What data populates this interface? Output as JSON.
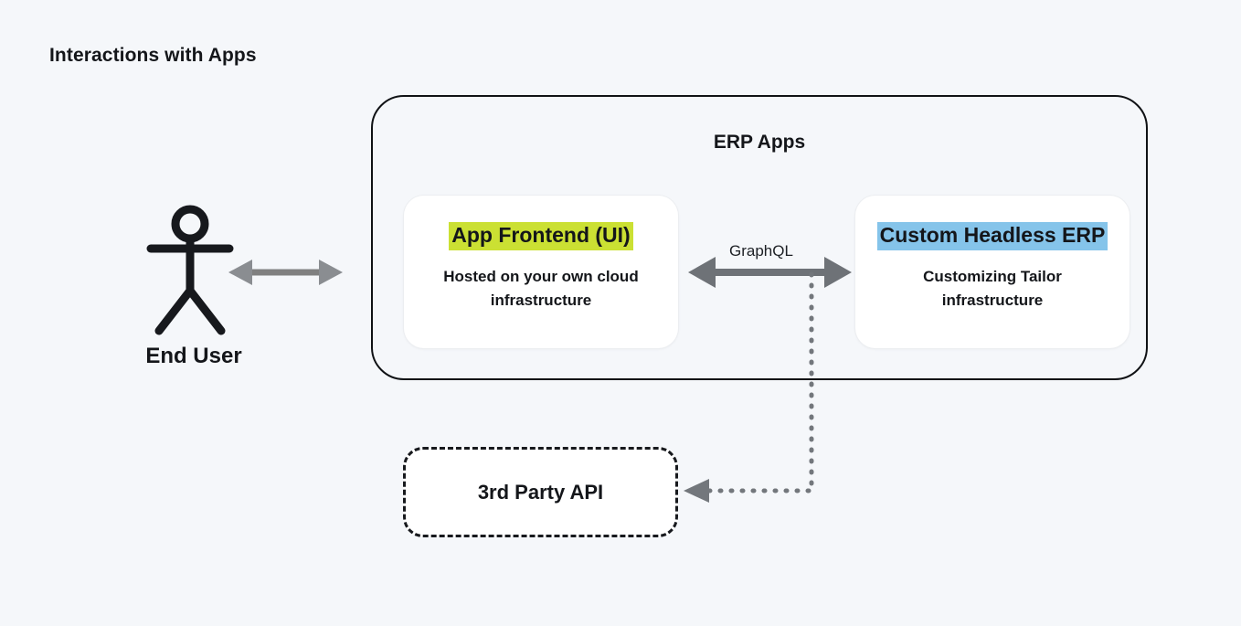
{
  "page": {
    "title": "Interactions with Apps",
    "background_color": "#f5f7fa"
  },
  "actor": {
    "icon": "stick-figure-icon",
    "label": "End User"
  },
  "erp_container": {
    "title": "ERP Apps",
    "border_color": "#101215",
    "cards": [
      {
        "heading": "App Frontend (UI)",
        "heading_highlight_color": "#cbe033",
        "subtitle": "Hosted on your own cloud infrastructure"
      },
      {
        "heading": "Custom Headless ERP",
        "heading_highlight_color": "#85c4ea",
        "subtitle": "Customizing Tailor infrastructure"
      }
    ]
  },
  "connectors": {
    "user_to_frontend": {
      "label": "",
      "style": "solid-double-arrow",
      "color": "#808080"
    },
    "frontend_to_erp": {
      "label": "GraphQL",
      "style": "solid-double-arrow",
      "color": "#6e7277"
    },
    "erp_to_third_party": {
      "label": "",
      "style": "dotted-single-arrow",
      "color": "#73777c"
    }
  },
  "third_party": {
    "label": "3rd Party API",
    "border_style": "dashed",
    "border_color": "#17191d"
  }
}
